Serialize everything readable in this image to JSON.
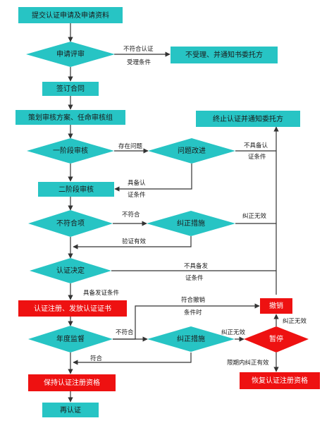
{
  "colors": {
    "teal": "#27c4c4",
    "red": "#ee1111",
    "arrow": "#333333",
    "text": "#1a1a1a"
  },
  "nodes": {
    "start": "提交认证申请及申请资料",
    "review": "申请评审",
    "reject": "不受理、并通知书委托方",
    "contract": "签订合同",
    "plan": "策划审核方案、任命审核组",
    "terminate": "终止认证并通知委托方",
    "stage1": "一阶段审核",
    "improve": "问题改进",
    "stage2": "二阶段审核",
    "nonconform": "不符合项",
    "correct1": "纠正措施",
    "decision": "认证决定",
    "register": "认证注册、发放认证证书",
    "revoke": "撤销",
    "surveillance": "年度监督",
    "correct2": "纠正措施",
    "suspend": "暂停",
    "maintain": "保持认证注册资格",
    "restore": "恢复认证注册资格",
    "recert": "再认证"
  },
  "edge_labels": {
    "review_fail_1": "不符合认证",
    "review_fail_2": "受理条件",
    "has_issue": "存在问题",
    "no_cond_1": "不具备认",
    "no_cond_2": "证条件",
    "has_cond_1": "具备认",
    "has_cond_2": "证条件",
    "nonconform": "不符合",
    "invalid1": "纠正无效",
    "verified": "验证有效",
    "no_issue_1": "不具备发",
    "no_issue_2": "证条件",
    "issue_ok": "具备发证条件",
    "revoke_1": "符合撤销",
    "revoke_2": "条件时",
    "surv_nc": "不符合",
    "invalid2": "纠正无效",
    "invalid3": "纠正无效",
    "conform": "符合",
    "valid_in_time": "限期内纠正有效"
  }
}
